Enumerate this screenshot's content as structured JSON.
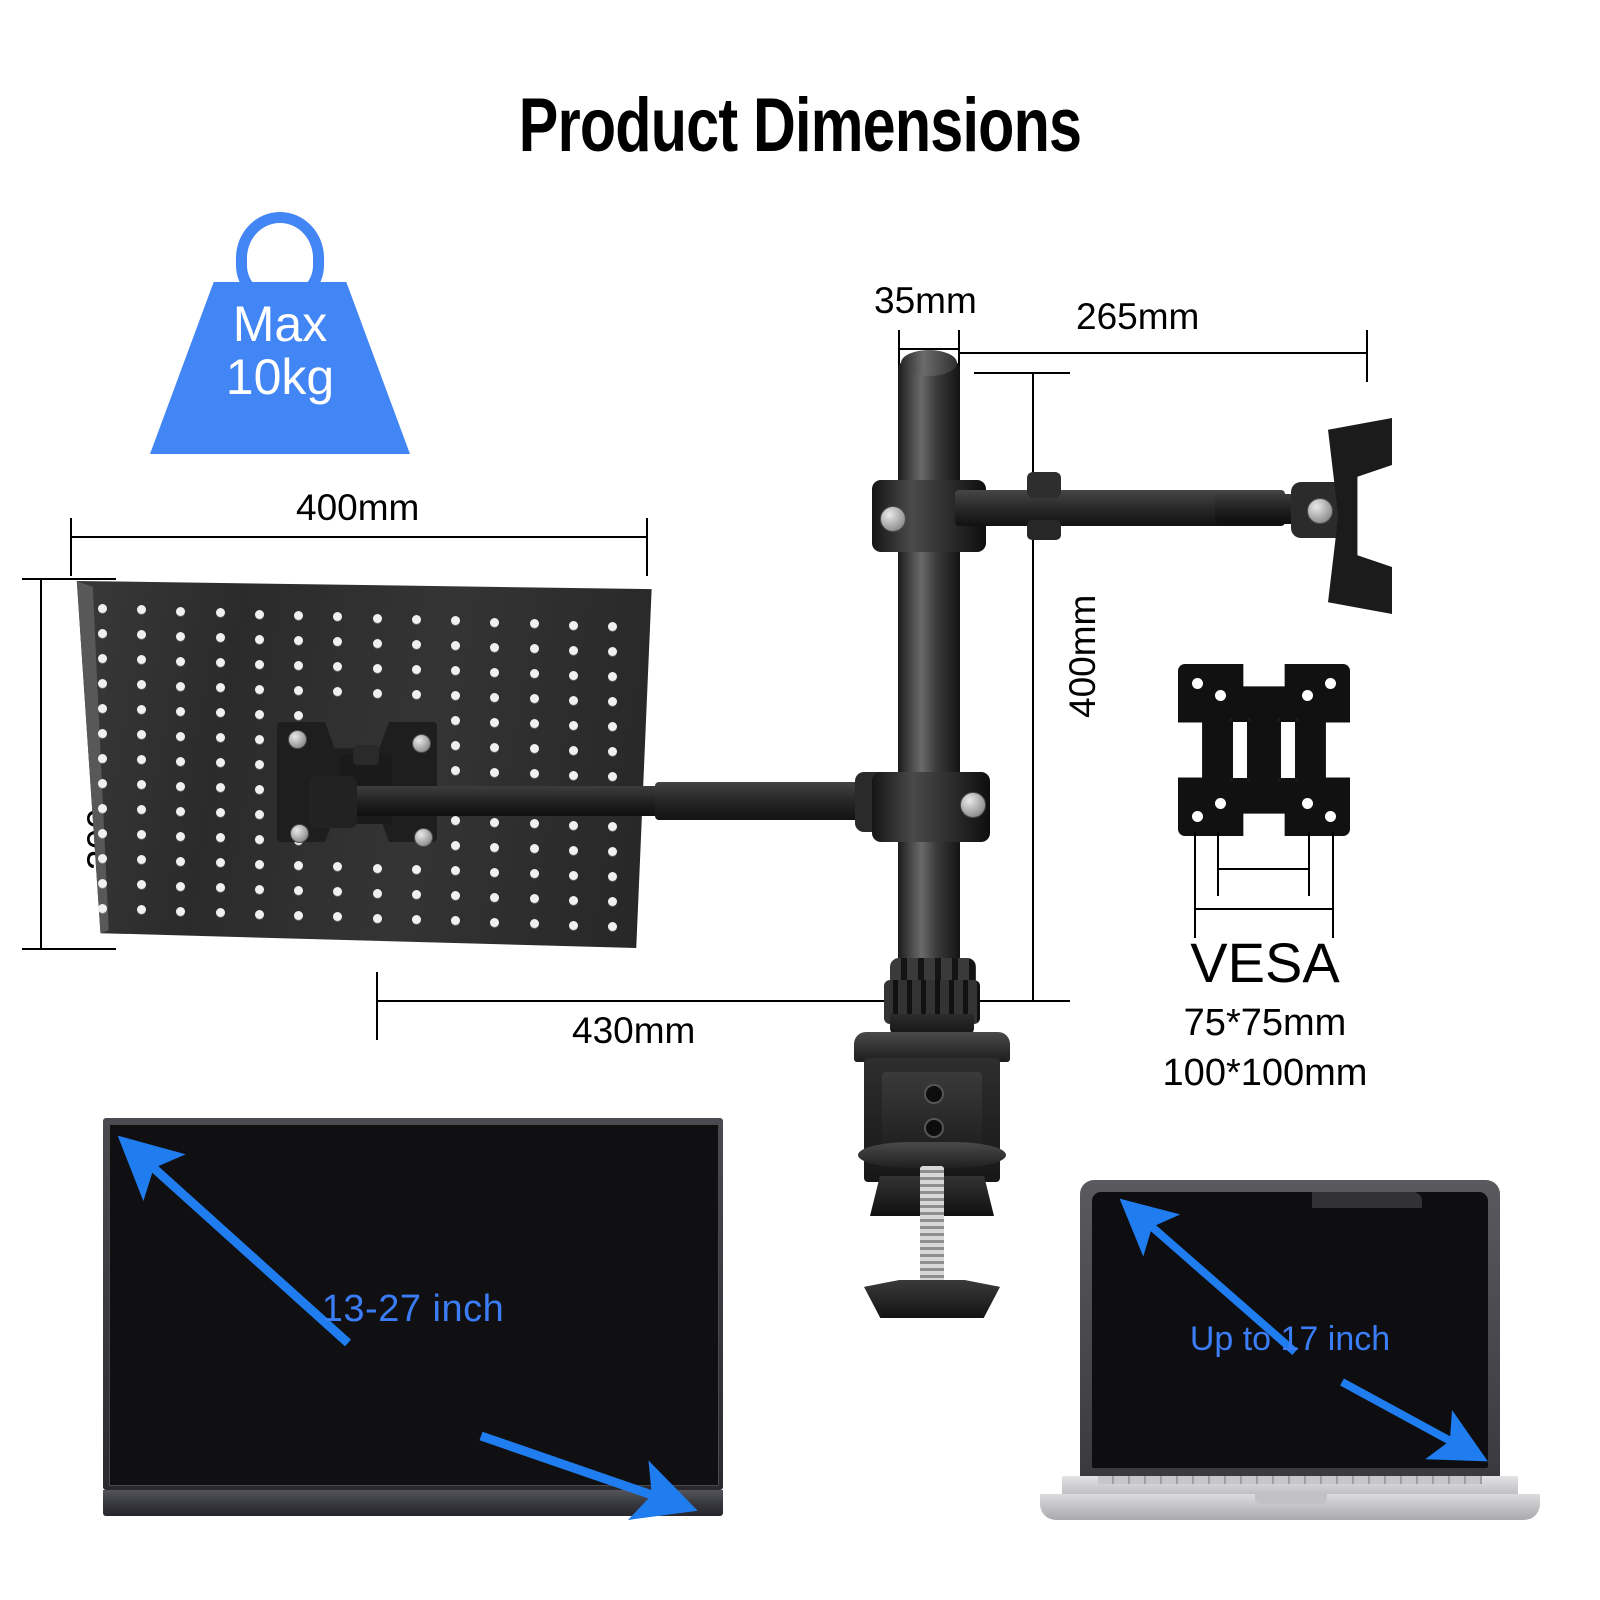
{
  "page": {
    "title": "Product Dimensions",
    "background_color": "#ffffff",
    "accent_blue": "#4285f4",
    "label_blue": "#3b7df6"
  },
  "weight_badge": {
    "name": "max-weight-badge",
    "line1": "Max",
    "line2": "10kg",
    "color": "#4285f4"
  },
  "dimensions": {
    "pole_diameter": "35mm",
    "arm_reach": "265mm",
    "pole_height": "400mm",
    "tray_width": "400mm",
    "tray_height": "300mm",
    "tray_reach": "430mm"
  },
  "vesa": {
    "caption": "VESA",
    "size_small": "75*75mm",
    "size_large": "100*100mm"
  },
  "monitor": {
    "label": "13-27 inch"
  },
  "laptop": {
    "label": "Up to 17 inch"
  }
}
